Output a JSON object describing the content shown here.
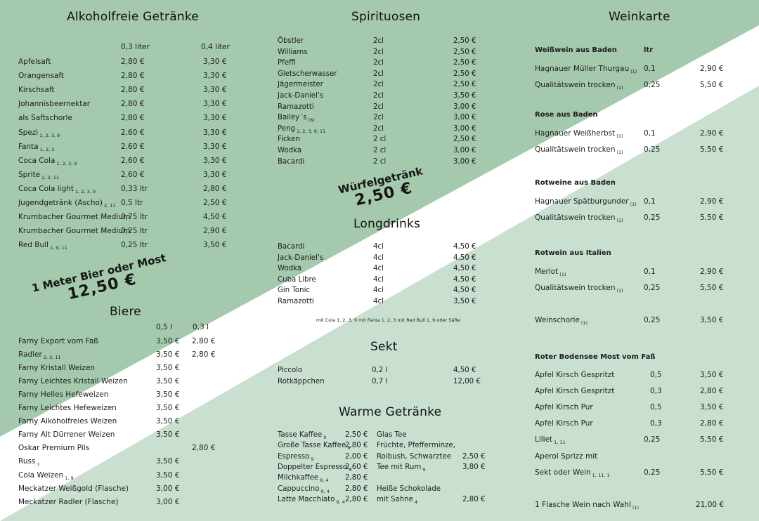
{
  "colors": {
    "green_light": "#a4c9ad",
    "green_pale": "#c9e0d0",
    "stripe": "#ffffff"
  },
  "alkoholfrei": {
    "title": "Alkoholfreie Getränke",
    "col1": "0,3 liter",
    "col2": "0,4 liter",
    "rows": [
      {
        "name": "Apfelsaft",
        "sup": "",
        "p1": "2,80 €",
        "p2": "3,30 €"
      },
      {
        "name": "Orangensaft",
        "sup": "",
        "p1": "2,80 €",
        "p2": "3,30 €"
      },
      {
        "name": "Kirschsaft",
        "sup": "",
        "p1": "2,80 €",
        "p2": "3,30 €"
      },
      {
        "name": "Johannisbeernektar",
        "sup": "",
        "p1": "2,80 €",
        "p2": "3,30 €"
      },
      {
        "name": "als Saftschorle",
        "sup": "",
        "p1": "2,80 €",
        "p2": "3,30 €"
      },
      {
        "name": "Spezi",
        "sup": "1, 2, 3, 9",
        "p1": "2,60 €",
        "p2": "3,30 €"
      },
      {
        "name": "Fanta",
        "sup": "1, 2, 3",
        "p1": "2,60 €",
        "p2": "3,30 €"
      },
      {
        "name": "Coca Cola",
        "sup": "1, 2, 3, 9",
        "p1": "2,60 €",
        "p2": "3,30 €"
      },
      {
        "name": "Sprite",
        "sup": "2, 3, 11",
        "p1": "2,60 €",
        "p2": "3,30 €"
      },
      {
        "name": "Coca Cola light",
        "sup": "1, 2, 3, 9",
        "p1": "0,33 ltr",
        "p2": "2,80 €"
      },
      {
        "name": "Jugendgetränk (Ascho)",
        "sup": "2, 11",
        "p1": "0,5 ltr",
        "p2": "2,50 €"
      },
      {
        "name": "Krumbacher Gourmet Medium",
        "sup": "",
        "p1": "0,75 ltr",
        "p2": "4,50 €"
      },
      {
        "name": "Krumbacher Gourmet Medium",
        "sup": "",
        "p1": "0,25 ltr",
        "p2": "2,90 €"
      },
      {
        "name": "Red Bull",
        "sup": "1, 9, 11",
        "p1": "0,25 ltr",
        "p2": "3,50 €"
      }
    ]
  },
  "meter": {
    "line1": "1 Meter Bier oder Most",
    "price": "12,50 €"
  },
  "biere": {
    "title": "Biere",
    "col1": "0,5 l",
    "col2": "0,3 l",
    "rows": [
      {
        "name": "Farny Export vom Faß",
        "sup": "",
        "p1": "3,50 €",
        "p2": "2,80 €"
      },
      {
        "name": "Radler",
        "sup": "2, 3, 11",
        "p1": "3,50 €",
        "p2": "2,80 €"
      },
      {
        "name": "Farny Kristall Weizen",
        "sup": "",
        "p1": "3,50 €",
        "p2": ""
      },
      {
        "name": "Farny Leichtes Kristall Weizen",
        "sup": "",
        "p1": "3,50 €",
        "p2": ""
      },
      {
        "name": "Farny Helles Hefeweizen",
        "sup": "",
        "p1": "3,50 €",
        "p2": ""
      },
      {
        "name": "Farny Leichtes Hefeweizen",
        "sup": "",
        "p1": "3,50 €",
        "p2": ""
      },
      {
        "name": "Farny Alkoholfreies Weizen",
        "sup": "",
        "p1": "3,50 €",
        "p2": ""
      },
      {
        "name": "Farny Alt Dürrener Weizen",
        "sup": "",
        "p1": "3,50 €",
        "p2": ""
      },
      {
        "name": "Oskar Premium Pils",
        "sup": "",
        "p1": "",
        "p2": "2,80 €"
      },
      {
        "name": "Russ",
        "sup": "7",
        "p1": "3,50 €",
        "p2": ""
      },
      {
        "name": "Cola Weizen",
        "sup": "1, 9",
        "p1": "3,50 €",
        "p2": ""
      },
      {
        "name": "Meckatzer Weißgold (Flasche)",
        "sup": "",
        "p1": "3,00 €",
        "p2": ""
      },
      {
        "name": "Meckatzer Radler (Flasche)",
        "sup": "",
        "p1": "3,00 €",
        "p2": ""
      }
    ]
  },
  "spirituosen": {
    "title": "Spirituosen",
    "rows": [
      {
        "name": "Öbstler",
        "sup": "",
        "size": "2cl",
        "price": "2,50 €"
      },
      {
        "name": "Williams",
        "sup": "",
        "size": "2cl",
        "price": "2,50 €"
      },
      {
        "name": "Pfeffi",
        "sup": "",
        "size": "2cl",
        "price": "2,50 €"
      },
      {
        "name": "Gletscherwasser",
        "sup": "",
        "size": "2cl",
        "price": "2,50 €"
      },
      {
        "name": "Jägermeister",
        "sup": "",
        "size": "2cl",
        "price": "2,50 €"
      },
      {
        "name": "Jack-Daniel's",
        "sup": "",
        "size": "2cl",
        "price": "3,50 €"
      },
      {
        "name": "Ramazotti",
        "sup": "",
        "size": "2cl",
        "price": "3,00 €"
      },
      {
        "name": "Bailey´s",
        "sup": "(6)",
        "size": "2cl",
        "price": "3,00 €"
      },
      {
        "name": "Peng",
        "sup": "1, 2, 3, 9, 11",
        "size": "2cl",
        "price": "3,00 €"
      },
      {
        "name": "Ficken",
        "sup": "",
        "size": "2 cl",
        "price": "2,50 €"
      },
      {
        "name": "Wodka",
        "sup": "",
        "size": "2 cl",
        "price": "3,00 €"
      },
      {
        "name": "Bacardi",
        "sup": "",
        "size": "2 cl",
        "price": "3,00 €"
      }
    ]
  },
  "wuerfel": {
    "line1": "Würfelgetränk",
    "price": "2,50 €"
  },
  "longdrinks": {
    "title": "Longdrinks",
    "rows": [
      {
        "name": "Bacardi",
        "size": "4cl",
        "price": "4,50 €"
      },
      {
        "name": "Jack-Daniel's",
        "size": "4cl",
        "price": "4,50 €"
      },
      {
        "name": "Wodka",
        "size": "4cl",
        "price": "4,50 €"
      },
      {
        "name": "Cuba Libre",
        "size": "4cl",
        "price": "4,50 €"
      },
      {
        "name": "Gin Tonic",
        "size": "4cl",
        "price": "4,50 €"
      },
      {
        "name": "Ramazotti",
        "size": "4cl",
        "price": "3,50 €"
      }
    ],
    "note": "mit Cola 1, 2, 3, 9   mit Fanta 1, 2, 3   mit Red Bull 1, 9 oder Säfte"
  },
  "sekt": {
    "title": "Sekt",
    "rows": [
      {
        "name": "Piccolo",
        "size": "0,2 l",
        "price": "4,50 €"
      },
      {
        "name": "Rotkäppchen",
        "size": "0,7 l",
        "price": "12,00 €"
      }
    ]
  },
  "warm": {
    "title": "Warme Getränke",
    "left": [
      {
        "name": "Tasse Kaffee",
        "sup": "9",
        "price": "2,50 €"
      },
      {
        "name": "Große Tasse Kaffee",
        "sup": "9",
        "price": "2,80 €"
      },
      {
        "name": "Espresso",
        "sup": "9",
        "price": "2,00 €"
      },
      {
        "name": "Doppelter Espresso",
        "sup": "9",
        "price": "2,60 €"
      },
      {
        "name": "Milchkaffee",
        "sup": "9, 4",
        "price": "2,80 €"
      },
      {
        "name": "Cappuccino",
        "sup": "9, 4",
        "price": "2,80 €"
      },
      {
        "name": "Latte Macchiato",
        "sup": "9, 4",
        "price": "2,80 €"
      }
    ],
    "right": [
      {
        "name": "Glas Tee",
        "sup": "",
        "price": ""
      },
      {
        "name": "Früchte, Pfefferminze,",
        "sup": "",
        "price": ""
      },
      {
        "name": "Roibush, Schwarztee",
        "sup": "",
        "price": "2,50 €"
      },
      {
        "name": "Tee mit Rum",
        "sup": "9",
        "price": "3,80 €"
      },
      {
        "name": "",
        "sup": "",
        "price": ""
      },
      {
        "name": "Heiße Schokolade",
        "sup": "",
        "price": ""
      },
      {
        "name": "mit Sahne",
        "sup": "4",
        "price": "2,80 €"
      }
    ]
  },
  "wein": {
    "title": "Weinkarte",
    "sections": [
      {
        "title": "Weißwein aus Baden",
        "unit": "ltr",
        "rows": [
          {
            "name": "Hagnauer Müller Thurgau",
            "sup": "(1)",
            "size": "0,1",
            "price": "2,90 €"
          },
          {
            "name": "Qualitätswein trocken",
            "sup": "(1)",
            "size": "0,25",
            "price": "5,50 €"
          }
        ]
      },
      {
        "title": "Rose aus Baden",
        "unit": "",
        "rows": [
          {
            "name": "Hagnauer Weißherbst",
            "sup": "(1)",
            "size": "0,1",
            "price": "2,90 €"
          },
          {
            "name": "Qualitätswein trocken",
            "sup": "(1)",
            "size": "0,25",
            "price": "5,50 €"
          }
        ]
      },
      {
        "title": "Rotweine aus Baden",
        "unit": "",
        "rows": [
          {
            "name": "Hagnauer Spätburgunder",
            "sup": "(1)",
            "size": "0,1",
            "price": "2,90 €"
          },
          {
            "name": "Qualitätswein trocken",
            "sup": "(1)",
            "size": "0,25",
            "price": "5,50 €"
          }
        ]
      },
      {
        "title": "Rotwein aus Italien",
        "unit": "",
        "rows": [
          {
            "name": "Merlot",
            "sup": "(1)",
            "size": "0,1",
            "price": "2,90 €"
          },
          {
            "name": "Qualitätswein trocken",
            "sup": "(1)",
            "size": "0,25",
            "price": "5,50 €"
          }
        ]
      }
    ],
    "schorle": {
      "name": "Weinschorle",
      "sup": "(1)",
      "size": "0,25",
      "price": "3,50 €"
    },
    "most": {
      "title": "Roter Bodensee Most vom Faß",
      "rows": [
        {
          "name": "Apfel Kirsch Gespritzt",
          "sup": "",
          "size": "0,5",
          "price": "3,50 €"
        },
        {
          "name": "Apfel Kirsch Gespritzt",
          "sup": "",
          "size": "0,3",
          "price": "2,80 €"
        },
        {
          "name": "Apfel Kirsch Pur",
          "sup": "",
          "size": "0,5",
          "price": "3,50 €"
        },
        {
          "name": "Apfel Kirsch Pur",
          "sup": "",
          "size": "0,3",
          "price": "2,80 €"
        },
        {
          "name": "Lillet",
          "sup": "1, 11",
          "size": "0,25",
          "price": "5,50 €"
        },
        {
          "name": "Aperol Sprizz mit",
          "sup": "",
          "size": "",
          "price": ""
        },
        {
          "name": "Sekt oder Wein",
          "sup": "1, 11, 1",
          "size": "0,25",
          "price": "5,50 €"
        }
      ]
    },
    "flasche": {
      "name": "1 Flasche Wein nach Wahl",
      "sup": "(1)",
      "price": "21,00 €"
    }
  }
}
